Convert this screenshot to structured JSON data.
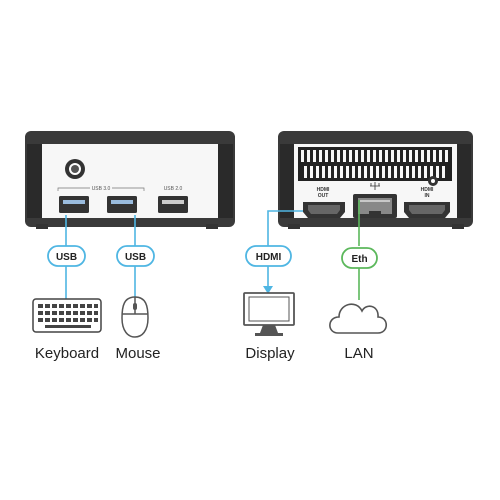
{
  "device_left": {
    "usb3_label": "USB 3.0",
    "usb2_label": "USB 2.0"
  },
  "device_right": {
    "hdmi_out_label_1": "HDMI",
    "hdmi_out_label_2": "OUT",
    "hdmi_in_label_1": "HDMI",
    "hdmi_in_label_2": "IN"
  },
  "connections": [
    {
      "tag": "USB",
      "device": "Keyboard",
      "color": "#4fb6e3"
    },
    {
      "tag": "USB",
      "device": "Mouse",
      "color": "#4fb6e3"
    },
    {
      "tag": "HDMI",
      "device": "Display",
      "color": "#4fb6e3"
    },
    {
      "tag": "Eth",
      "device": "LAN",
      "color": "#5cb85c"
    }
  ]
}
